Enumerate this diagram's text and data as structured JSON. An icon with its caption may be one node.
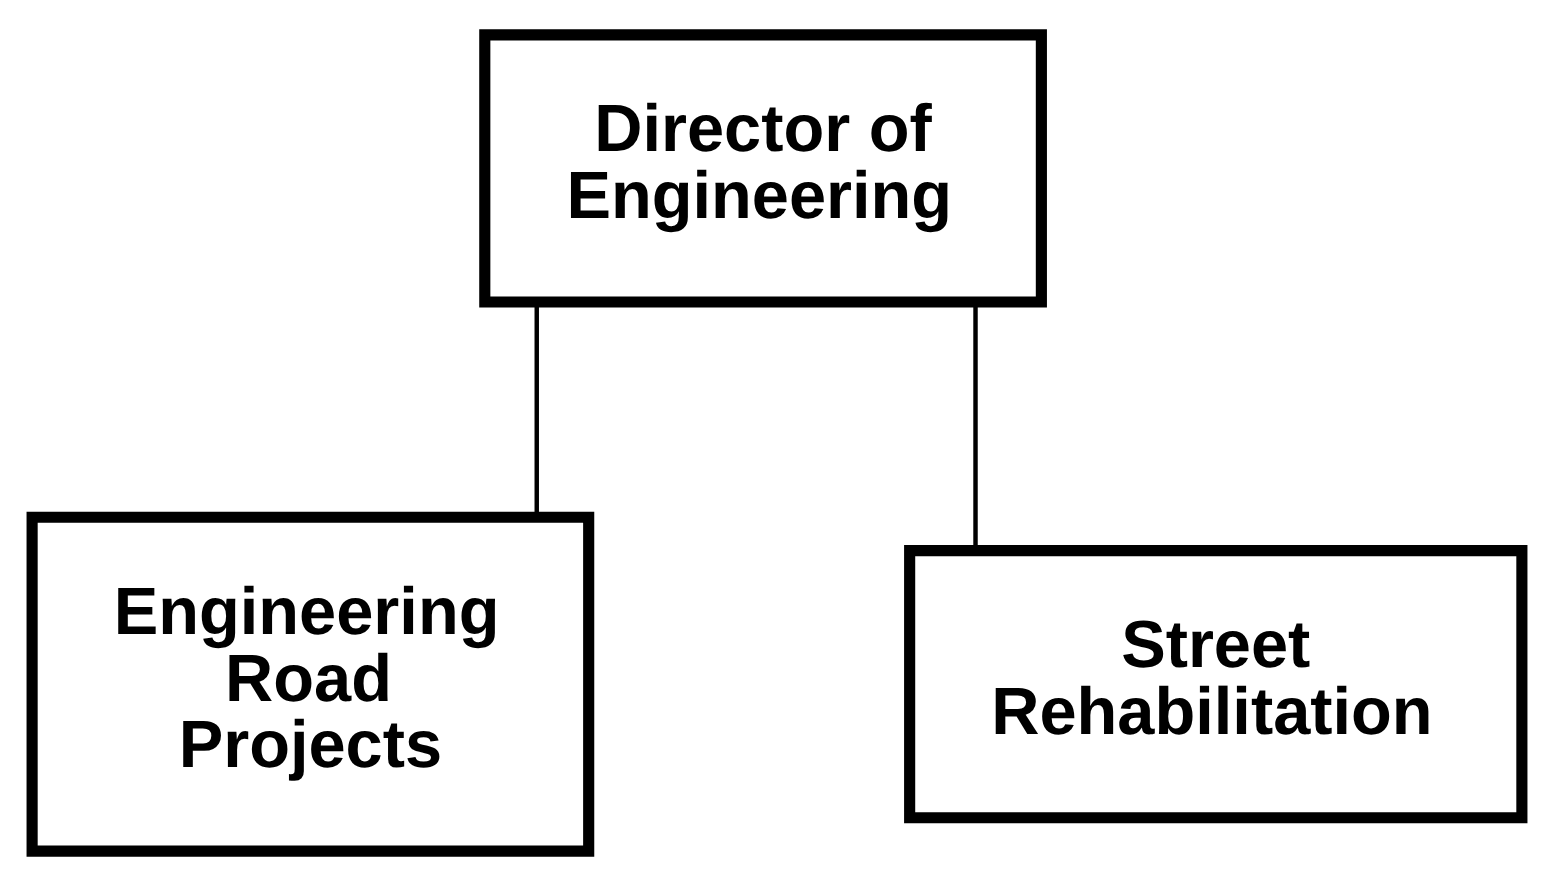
{
  "diagram": {
    "nodes": [
      {
        "text": [
          "Director of Engineering"
        ]
      },
      {
        "text": [
          "Engineering Road Projects"
        ]
      },
      {
        "text": [
          "Street Rehabilitation"
        ]
      }
    ],
    "edges": [
      {
        "from": 0,
        "to": 1,
        "arrow": "none"
      },
      {
        "from": 0,
        "to": 2,
        "arrow": "none"
      }
    ]
  }
}
